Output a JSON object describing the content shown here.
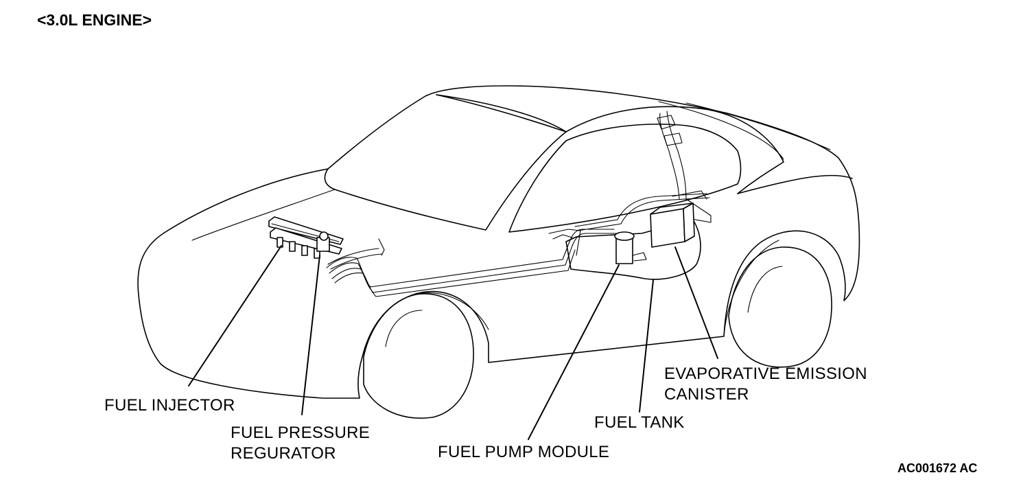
{
  "title": "<3.0L ENGINE>",
  "figure_code": "AC001672 AC",
  "labels": {
    "fuel_injector": "FUEL INJECTOR",
    "fuel_pressure_regurator": [
      "FUEL PRESSURE",
      "REGURATOR"
    ],
    "fuel_pump_module": "FUEL PUMP MODULE",
    "fuel_tank": "FUEL TANK",
    "evaporative_emission_canister": [
      "EVAPORATIVE EMISSION",
      "CANISTER"
    ]
  },
  "colors": {
    "line": "#000000",
    "background": "#ffffff"
  }
}
